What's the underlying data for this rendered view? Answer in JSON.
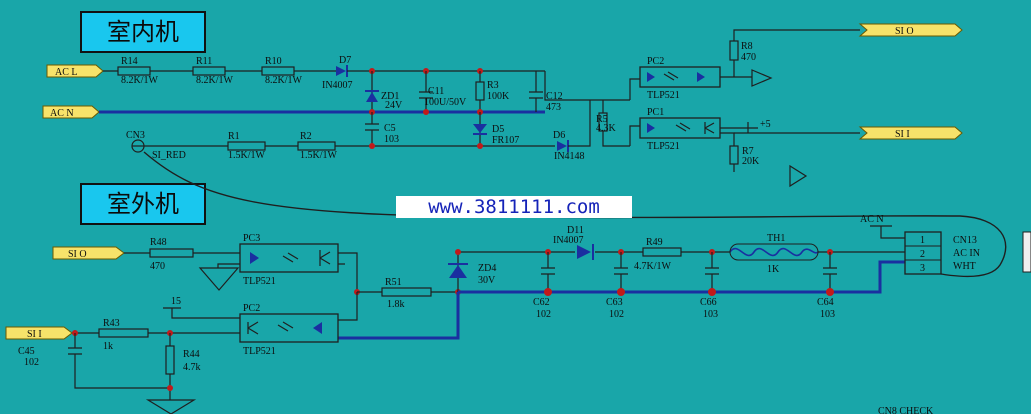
{
  "sections": {
    "indoor": "室内机",
    "outdoor": "室外机"
  },
  "watermark": "www.3811111.com",
  "indoor": {
    "signals": {
      "acl": "AC L",
      "acn": "AC N",
      "sio": "SI O",
      "sii": "SI I"
    },
    "components": [
      {
        "ref": "R14",
        "value": "8.2K/1W"
      },
      {
        "ref": "R11",
        "value": "8.2K/1W"
      },
      {
        "ref": "R10",
        "value": "8.2K/1W"
      },
      {
        "ref": "D7",
        "value": "IN4007"
      },
      {
        "ref": "ZD1",
        "value": "24V"
      },
      {
        "ref": "C11",
        "value": "100U/50V"
      },
      {
        "ref": "R3",
        "value": "100K"
      },
      {
        "ref": "C12",
        "value": "473"
      },
      {
        "ref": "C5",
        "value": "103"
      },
      {
        "ref": "D5",
        "value": "FR107"
      },
      {
        "ref": "R1",
        "value": "1.5K/1W"
      },
      {
        "ref": "R2",
        "value": "1.5K/1W"
      },
      {
        "ref": "D6",
        "value": "IN4148"
      },
      {
        "ref": "R5",
        "value": "4.3K"
      },
      {
        "ref": "PC2",
        "value": "TLP521"
      },
      {
        "ref": "PC1",
        "value": "TLP521"
      },
      {
        "ref": "R8",
        "value": "470"
      },
      {
        "ref": "R7",
        "value": "20K"
      }
    ],
    "cn3": "CN3",
    "cn3_sub": "SI_RED",
    "plus5": "+5"
  },
  "outdoor": {
    "signals": {
      "sio": "SI O",
      "sii": "SI I",
      "acn": "AC N"
    },
    "components": [
      {
        "ref": "R48",
        "value": "470"
      },
      {
        "ref": "PC3",
        "value": "TLP521"
      },
      {
        "ref": "R51",
        "value": "1.8k"
      },
      {
        "ref": "ZD4",
        "value": "30V"
      },
      {
        "ref": "D11",
        "value": "IN4007"
      },
      {
        "ref": "R49",
        "value": "4.7K/1W"
      },
      {
        "ref": "TH1",
        "value": "1K"
      },
      {
        "ref": "C62",
        "value": "102"
      },
      {
        "ref": "C63",
        "value": "102"
      },
      {
        "ref": "C66",
        "value": "103"
      },
      {
        "ref": "C64",
        "value": "103"
      },
      {
        "ref": "R43",
        "value": "1k"
      },
      {
        "ref": "R44",
        "value": "4.7k"
      },
      {
        "ref": "C45",
        "value": "102"
      },
      {
        "ref": "PC2",
        "value": "TLP521"
      }
    ],
    "plus15": "15",
    "cn13": {
      "ref": "CN13",
      "line1": "AC IN",
      "line2": "WHT",
      "pins": [
        "1",
        "2",
        "3"
      ]
    },
    "bottom_label": "CN8  CHECK"
  }
}
